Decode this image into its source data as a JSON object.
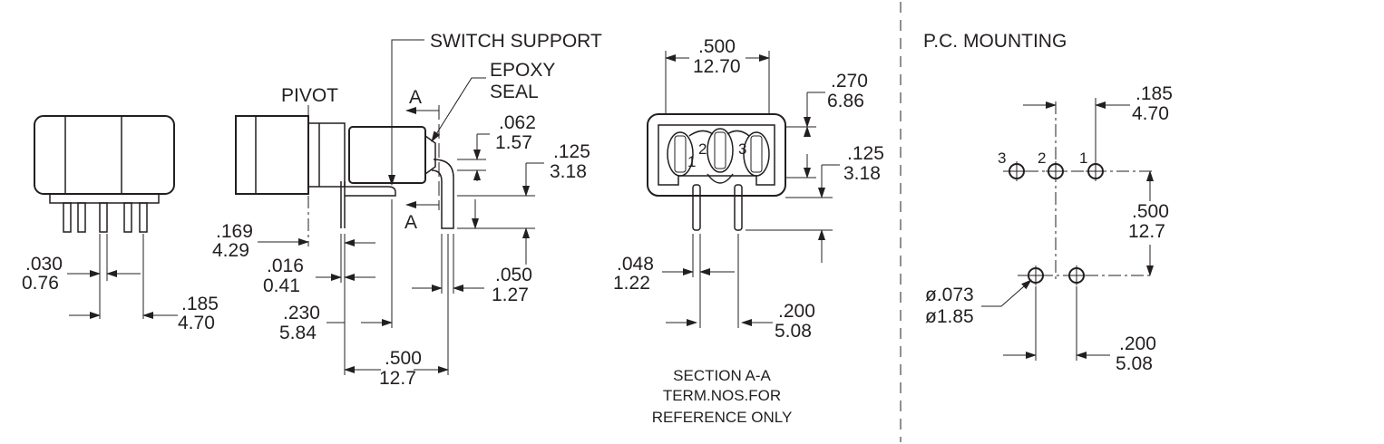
{
  "labels": {
    "switch_support": "SWITCH SUPPORT",
    "epoxy": "EPOXY",
    "seal": "SEAL",
    "pivot": "PIVOT",
    "section_a_top": "A",
    "section_a_bottom": "A",
    "pc_mounting": "P.C. MOUNTING",
    "section_line1": "SECTION A-A",
    "section_line2": "TERM.NOS.FOR",
    "section_line3": "REFERENCE ONLY"
  },
  "terminal_numbers": {
    "section_t1": "1",
    "section_t2": "2",
    "section_t3": "3",
    "pc_t3": "3",
    "pc_t2": "2",
    "pc_t1": "1"
  },
  "dimensions": {
    "d030": {
      "inch": ".030",
      "mm": "0.76"
    },
    "d185_front": {
      "inch": ".185",
      "mm": "4.70"
    },
    "d169": {
      "inch": ".169",
      "mm": "4.29"
    },
    "d016": {
      "inch": ".016",
      "mm": "0.41"
    },
    "d230": {
      "inch": ".230",
      "mm": "5.84"
    },
    "d500_side": {
      "inch": ".500",
      "mm": "12.7"
    },
    "d062": {
      "inch": ".062",
      "mm": "1.57"
    },
    "d125_side": {
      "inch": ".125",
      "mm": "3.18"
    },
    "d050": {
      "inch": ".050",
      "mm": "1.27"
    },
    "d500_top": {
      "inch": ".500",
      "mm": "12.70"
    },
    "d270": {
      "inch": ".270",
      "mm": "6.86"
    },
    "d125_sec": {
      "inch": ".125",
      "mm": "3.18"
    },
    "d048": {
      "inch": ".048",
      "mm": "1.22"
    },
    "d200_sec": {
      "inch": ".200",
      "mm": "5.08"
    },
    "d185_pc": {
      "inch": ".185",
      "mm": "4.70"
    },
    "d500_pc": {
      "inch": ".500",
      "mm": "12.7"
    },
    "d073": {
      "inch": "ø.073",
      "mm": "ø1.85"
    },
    "d200_pc": {
      "inch": ".200",
      "mm": "5.08"
    }
  }
}
